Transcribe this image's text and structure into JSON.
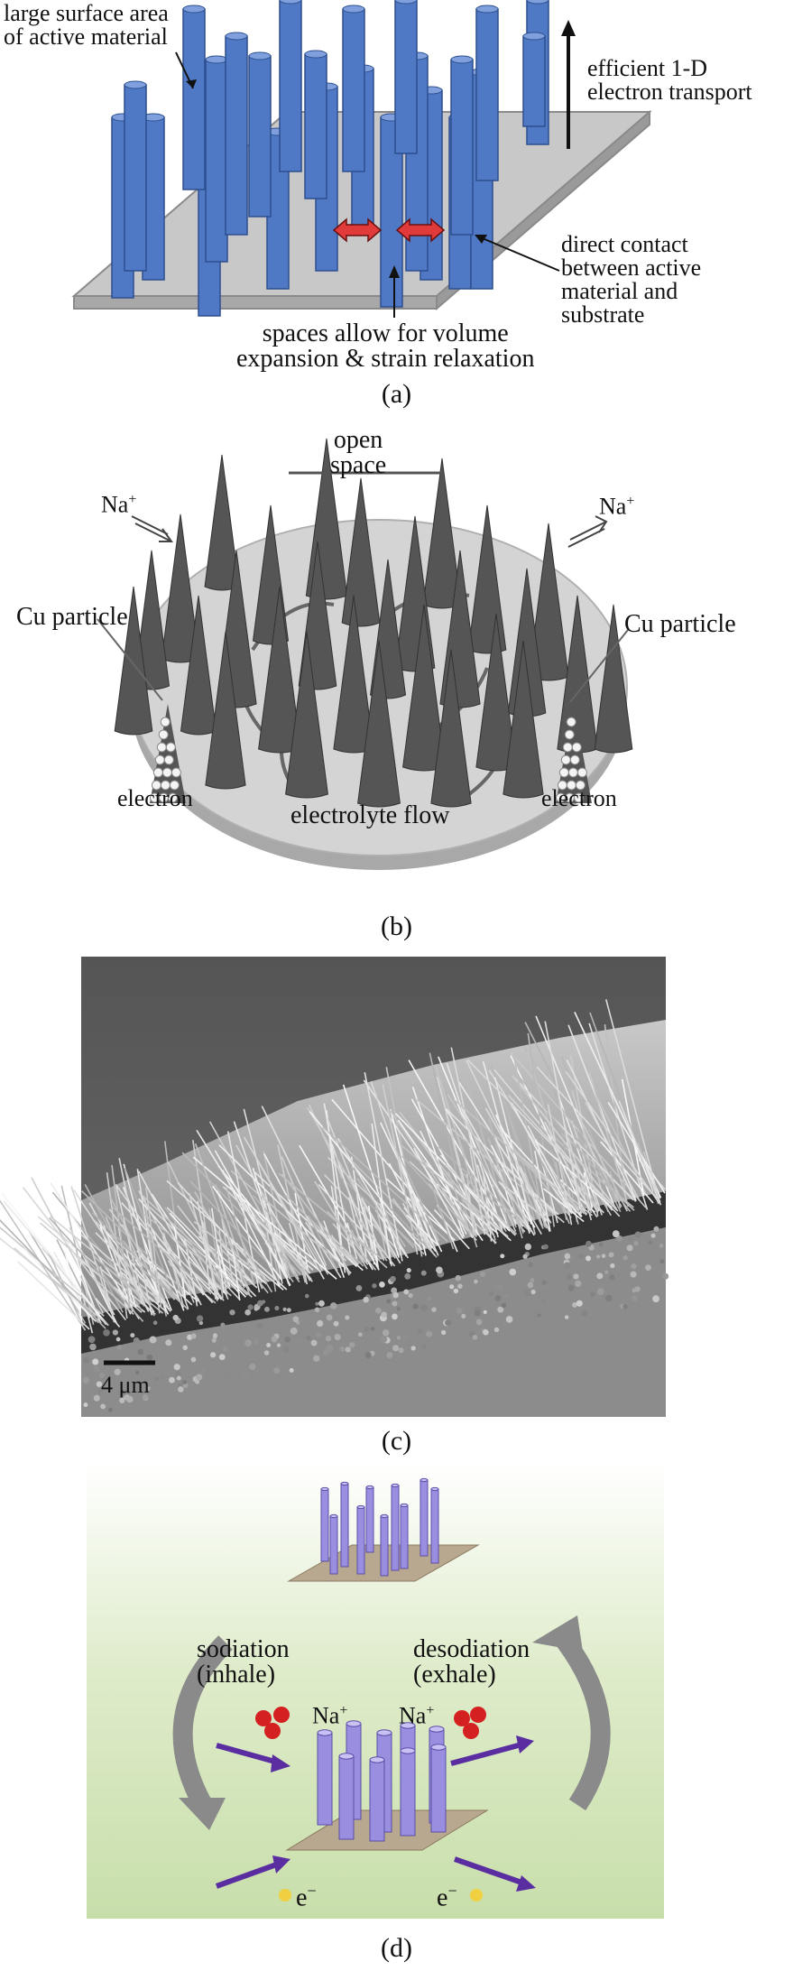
{
  "figure": {
    "panel_a": {
      "caption": "(a)",
      "labels": {
        "surface_area": "large surface area\nof active material",
        "electron_transport": "efficient 1-D\nelectron transport",
        "direct_contact": "direct contact\nbetween active\nmaterial and\nsubstrate",
        "spaces": "spaces allow for volume\nexpansion & strain relaxation"
      },
      "colors": {
        "rod": "#4f79c4",
        "substrate": "#c8c8c8",
        "arrow": "#e03a3a"
      }
    },
    "panel_b": {
      "caption": "(b)",
      "labels": {
        "open_space": "open\nspace",
        "na_left": "Na",
        "na_right": "Na",
        "na_sup": "+",
        "cu_left": "Cu particle",
        "cu_right": "Cu particle",
        "electron_left": "electron",
        "electron_right": "electron",
        "flow": "electrolyte flow"
      },
      "colors": {
        "cone": "#555555",
        "disk": "#cfcfcf"
      }
    },
    "panel_c": {
      "caption": "(c)",
      "scale_bar": "4 μm"
    },
    "panel_d": {
      "caption": "(d)",
      "labels": {
        "sodiation": "sodiation\n(inhale)",
        "desodiation": "desodiation\n(exhale)",
        "na_left": "Na",
        "na_right": "Na",
        "na_sup": "+",
        "e_left": "e",
        "e_right": "e",
        "e_sup": "−"
      },
      "colors": {
        "rod": "#9a8ee0",
        "arrow": "#5a2ea0",
        "ion": "#d42020",
        "electron": "#f0d040",
        "curve": "#8a8a8a"
      }
    }
  }
}
